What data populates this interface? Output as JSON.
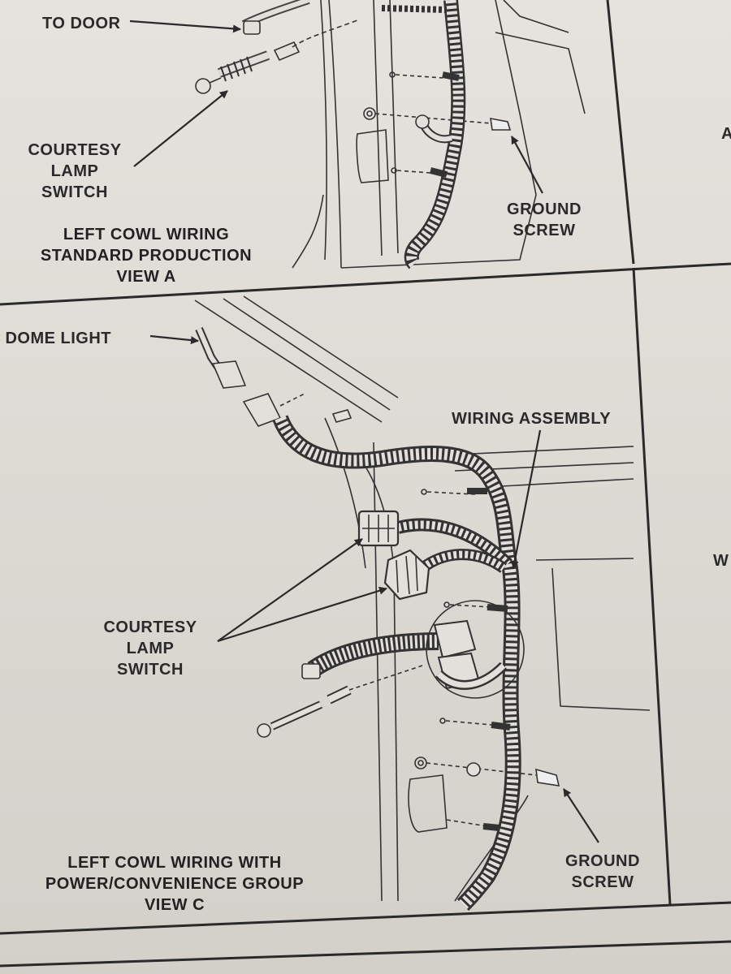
{
  "view_a": {
    "labels": {
      "to_door": "TO DOOR",
      "courtesy_lamp_switch": [
        "COURTESY",
        "LAMP",
        "SWITCH"
      ],
      "ground_screw": [
        "GROUND",
        "SCREW"
      ]
    },
    "caption": [
      "LEFT COWL WIRING",
      "STANDARD PRODUCTION",
      "VIEW A"
    ]
  },
  "view_c": {
    "labels": {
      "to_dome_light": "TO DOME LIGHT",
      "wiring_assembly": "WIRING ASSEMBLY",
      "courtesy_lamp_switch": [
        "COURTESY",
        "LAMP",
        "SWITCH"
      ],
      "ground_screw": [
        "GROUND",
        "SCREW"
      ]
    },
    "caption": [
      "LEFT COWL WIRING WITH",
      "POWER/CONVENIENCE GROUP",
      "VIEW C"
    ]
  },
  "adjacent_panel": {
    "top_fragment": "A",
    "middle_fragment": "W"
  },
  "colors": {
    "ink": "#2a2a2a",
    "paper": "#e3e0db"
  }
}
